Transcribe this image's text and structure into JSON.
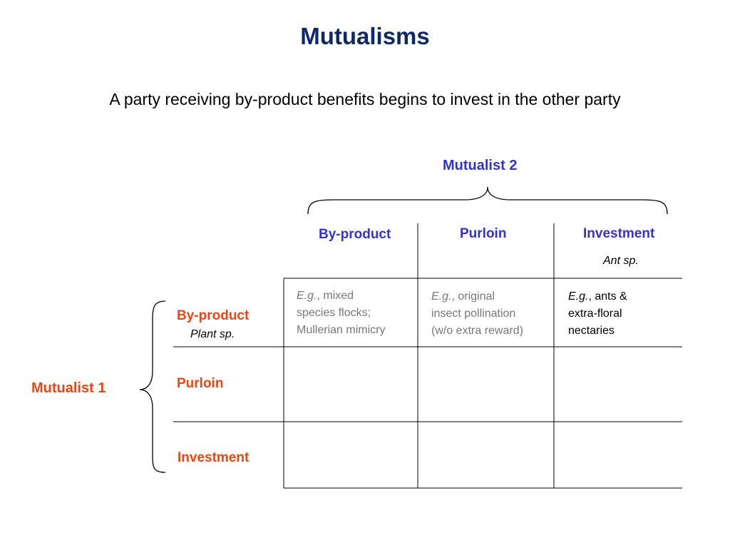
{
  "title": "Mutualisms",
  "subtitle": "A party receiving by-product benefits begins to invest in the other party",
  "mutualist2": {
    "label": "Mutualist 2",
    "columns": [
      {
        "label": "By-product"
      },
      {
        "label": "Purloin"
      },
      {
        "label": "Investment",
        "sublabel": "Ant sp."
      }
    ]
  },
  "mutualist1": {
    "label": "Mutualist 1",
    "rows": [
      {
        "label": "By-product",
        "sublabel": "Plant sp."
      },
      {
        "label": "Purloin"
      },
      {
        "label": "Investment"
      }
    ]
  },
  "cells": {
    "byproduct_byproduct": {
      "prefix": "E.g.",
      "text": ", mixed",
      "line2": "species flocks;",
      "line3": "Mullerian mimicry"
    },
    "byproduct_purloin": {
      "prefix": "E.g.",
      "text": ", original",
      "line2": "insect pollination",
      "line3": "(w/o extra reward)"
    },
    "byproduct_investment": {
      "prefix": "E.g.",
      "text": ", ants &",
      "line2": "extra-floral",
      "line3": "nectaries"
    }
  },
  "colors": {
    "title": "#0d2a66",
    "mutualist2": "#3333cc",
    "mutualist1": "#ee4411",
    "example_gray": "#777777",
    "lines": "#000000"
  }
}
